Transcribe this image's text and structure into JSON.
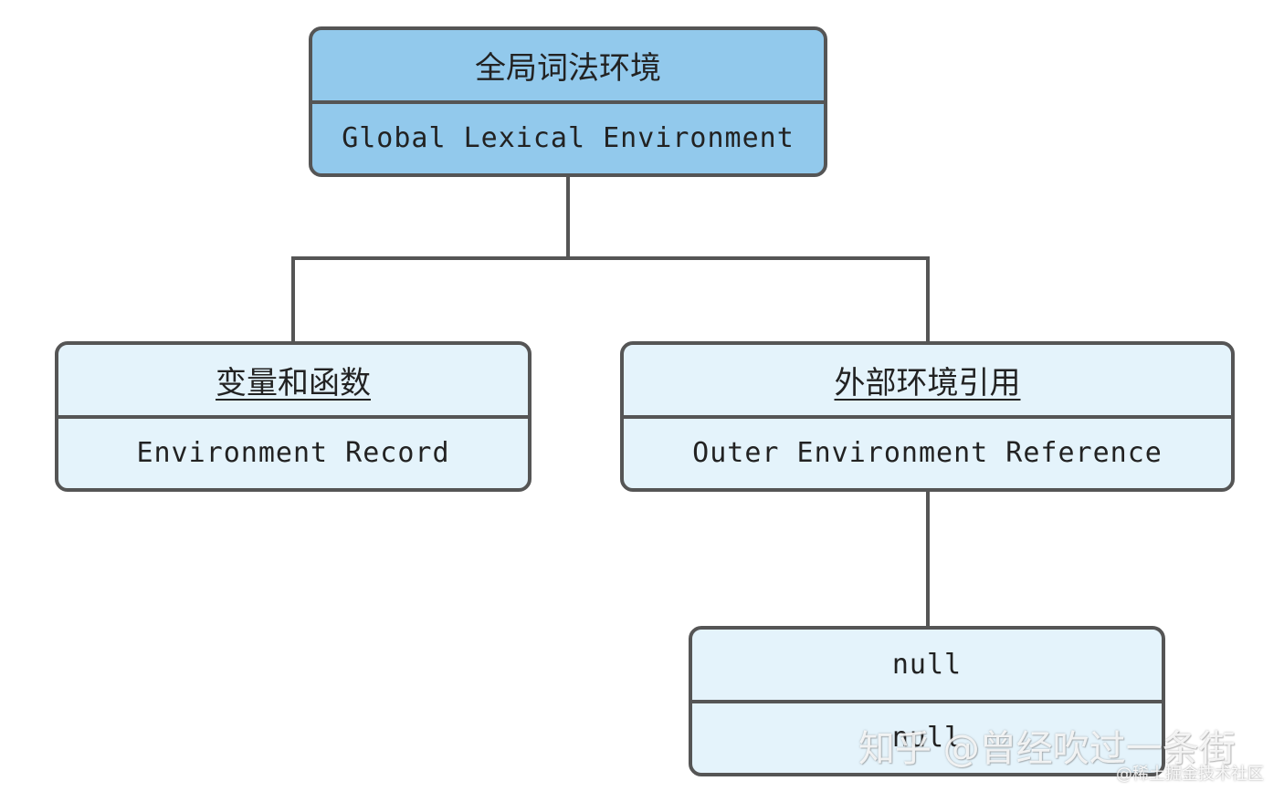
{
  "nodes": {
    "global_env": {
      "title": "全局词法环境",
      "subtitle": "Global Lexical Environment"
    },
    "env_record": {
      "title": "变量和函数",
      "subtitle": "Environment Record"
    },
    "outer_ref": {
      "title": "外部环境引用",
      "subtitle": "Outer Environment Reference"
    },
    "null_node": {
      "title": "null",
      "subtitle": "null"
    }
  },
  "watermark": {
    "main": "知乎 @曾经吹过一条街",
    "sub": "@稀土掘金技术社区"
  },
  "colors": {
    "root_fill": "#92c9ec",
    "child_fill": "#e4f3fb",
    "stroke": "#555555"
  }
}
